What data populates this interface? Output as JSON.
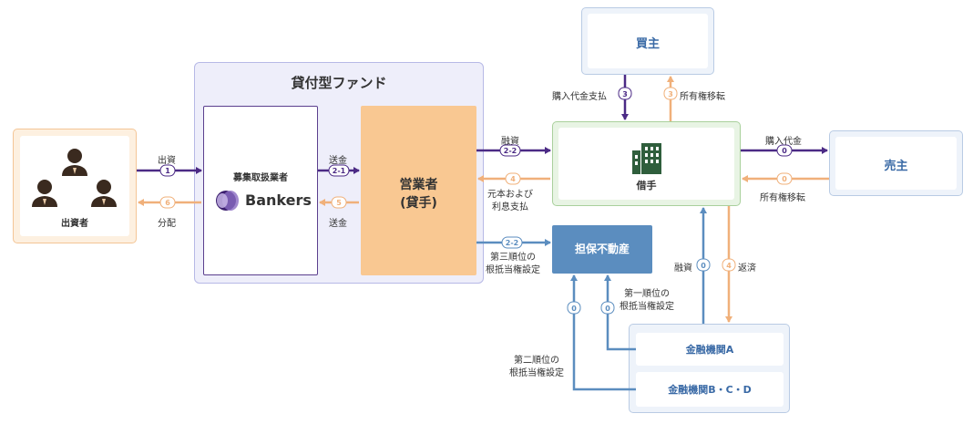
{
  "fund": {
    "title": "貸付型ファンド"
  },
  "broker": {
    "label": "募集取扱業者",
    "logo_text": "Bankers"
  },
  "operator": {
    "line1": "営業者",
    "line2": "(貸手)"
  },
  "investor": {
    "label": "出資者"
  },
  "buyer": {
    "label": "買主"
  },
  "borrower": {
    "label": "借手"
  },
  "seller": {
    "label": "売主"
  },
  "collateral": {
    "label": "担保不動産"
  },
  "bank_a": {
    "label": "金融機関A"
  },
  "bank_bcd": {
    "label": "金融機関B・C・D"
  },
  "flows": {
    "invest": {
      "label": "出資",
      "step": "1"
    },
    "distribute": {
      "label": "分配",
      "step": "6"
    },
    "send_money": {
      "label": "送金",
      "step": "2-1"
    },
    "send_back": {
      "label": "送金",
      "step": "5"
    },
    "loan": {
      "label": "融資",
      "step": "2-2"
    },
    "repay_principal": {
      "line1": "元本および",
      "line2": "利息支払",
      "step": "4"
    },
    "third_mortgage": {
      "line1": "第三順位の",
      "line2": "根抵当権設定",
      "step": "2-2"
    },
    "purchase_payment_buyer": {
      "label": "購入代金支払",
      "step": "3"
    },
    "ownership_transfer_buyer": {
      "label": "所有権移転",
      "step": "3"
    },
    "purchase_price_seller": {
      "label": "購入代金",
      "step": "0"
    },
    "ownership_transfer_seller": {
      "label": "所有権移転",
      "step": "0"
    },
    "bank_loan": {
      "label": "融資",
      "step": "0"
    },
    "bank_repay": {
      "label": "返済",
      "step": "4"
    },
    "first_mortgage": {
      "line1": "第一順位の",
      "line2": "根抵当権設定",
      "step": "0"
    },
    "second_mortgage": {
      "line1": "第二順位の",
      "line2": "根抵当権設定",
      "step": "0"
    }
  },
  "colors": {
    "purple": "#4b2a85",
    "orange": "#f0b07a",
    "blue": "#5b8dbf",
    "green": "#2f5e3c"
  }
}
